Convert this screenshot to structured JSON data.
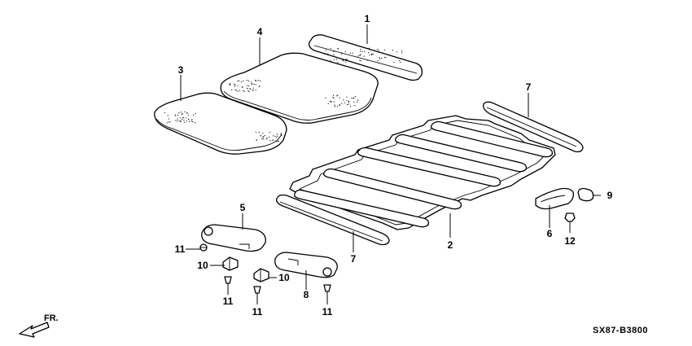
{
  "diagram": {
    "code": "SX87-B3800",
    "direction_label": "FR.",
    "callouts": {
      "c1": "1",
      "c2": "2",
      "c3": "3",
      "c4": "4",
      "c5": "5",
      "c6": "6",
      "c7a": "7",
      "c7b": "7",
      "c8": "8",
      "c9": "9",
      "c10a": "10",
      "c10b": "10",
      "c11a": "11",
      "c11b": "11",
      "c11c": "11",
      "c11d": "11",
      "c12": "12"
    }
  }
}
